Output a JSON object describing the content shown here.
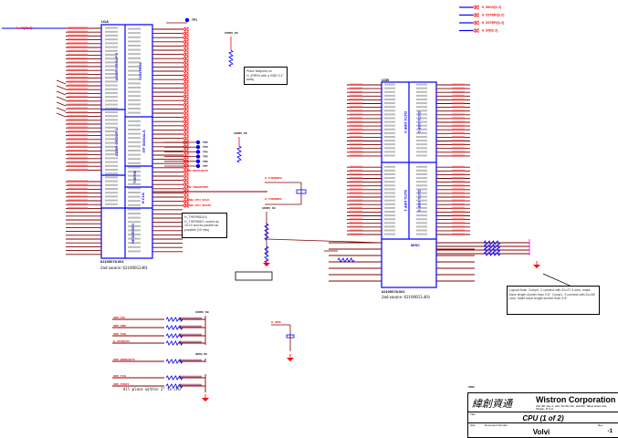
{
  "colors": {
    "wire": "#800000",
    "net": "#ff0000",
    "part": "#0000ff",
    "junction": "#ff00ff",
    "text": "#000000"
  },
  "cpu_a": {
    "ref": "U1A",
    "part_no": "62100078.001",
    "second_source": "2nd source: 62100052401",
    "groups": [
      "ADDR GROUP 0",
      "ADDR GROUP 1",
      "CONTROL",
      "ITP SIGNALS",
      "THERM",
      "H CLK",
      "RESERVED"
    ]
  },
  "cpu_b": {
    "ref": "U1B",
    "part_no": "62100078.001",
    "second_source": "2nd source: 62100053.401",
    "groups": [
      "DATA GRP 0",
      "DATA GRP 1",
      "DATA GRP 2",
      "DATA GRP 3",
      "MISC"
    ]
  },
  "nets": {
    "top_right": [
      "H_DINV#[3..0]",
      "H_DSTBN#[3..0]",
      "H_DSTBP#[3..0]",
      "H_D#[63..0]"
    ],
    "left_in": "H_A#[31..3]",
    "rails": [
      "1D05V_S0",
      "1D05V_S0",
      "1D05V_S0",
      "3D3V_S0"
    ],
    "thermda": "H_THERMDA",
    "thermdc": "H_THERMDC",
    "procheot": "PM_PROCHOT#",
    "thermtrip": "PM_THRMTRIP#",
    "smb_clk": "SMB_CPU_SCLK",
    "smb_dat": "SMB_CPU_SDATA",
    "bottom_left": [
      "XDP_TDI",
      "XDP_TMS",
      "XDP_TDO",
      "H_CPURST#",
      "XDP_DBRESET#",
      "XDP_TCK",
      "XDP_TRST#"
    ],
    "cap_net": "H_VID6"
  },
  "test_points": [
    "TP1",
    "TP2",
    "TP3",
    "TP4",
    "TP5",
    "TP6",
    "TP7"
  ],
  "notes": {
    "top": "Place testpoint on H_IERR# with a GND 0.1\" away",
    "mid": "H_THERMDA & H_THERMDC routed as 10:10 and as parallel as possible (10 mils)",
    "layout": "Layout Note: Comp0, 2 connect with Zo=27.4 ohm, make trace length shorter than 0.5\". Comp1, 3 connect with Zo=55 ohm, make trace length shorter than 0.5\".",
    "bottom": "All place within 2\" to CPU"
  },
  "title_block": {
    "sheet_label": "UMA",
    "logo_text": "緯創資通",
    "company": "Wistron Corporation",
    "address": "21F, 88, Sec.1, Hsin Tai Wu Rd., Hsichih, Taipei Hsien 221, Taiwan, R.O.C.",
    "title_label": "Title",
    "document": "CPU (1 of 2)",
    "size_label": "Size",
    "docnum_label": "Document Number",
    "project": "Volvi",
    "rev_label": "Rev",
    "rev": "-1"
  }
}
